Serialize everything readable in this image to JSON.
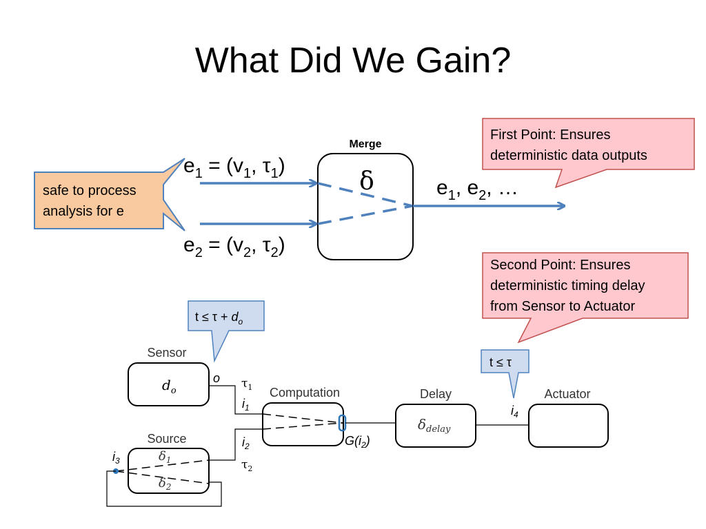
{
  "title": "What Did We Gain?",
  "colors": {
    "arrow_blue": "#4f81bd",
    "callout_pink_fill": "#ffc7ce",
    "callout_pink_border": "#c0504d",
    "callout_orange_fill": "#f9caa0",
    "callout_blue_fill": "#cfdcf0",
    "port_blue": "#2e75b6"
  },
  "merge_section": {
    "merge_label": "Merge",
    "delta_symbol": "δ",
    "e1_label": {
      "base": "e",
      "sub1": "1",
      "mid": " = (v",
      "sub2": "1",
      "mid2": ", τ",
      "sub3": "1",
      "end": ")"
    },
    "e2_label": {
      "base": "e",
      "sub1": "2",
      "mid": " = (v",
      "sub2": "2",
      "mid2": ", τ",
      "sub3": "2",
      "end": ")"
    },
    "output_label": {
      "a": "e",
      "a_sub": "1",
      "sep": ", e",
      "b_sub": "2",
      "tail": ", …"
    },
    "orange_callout_line1": "safe to process",
    "orange_callout_line2": "analysis for e"
  },
  "callouts": {
    "first_point_line1": "First Point: Ensures",
    "first_point_line2": "deterministic data outputs",
    "second_point_line1": "Second Point: Ensures",
    "second_point_line2": "deterministic timing delay",
    "second_point_line3": "from Sensor to Actuator",
    "sensor_condition": {
      "pre": "t ≤ τ + ",
      "d": "d",
      "sub": "o"
    },
    "actuator_condition": "t ≤ τ"
  },
  "pipeline": {
    "sensor_label": "Sensor",
    "sensor_inner": {
      "d": "d",
      "sub": "o"
    },
    "sensor_port": "o",
    "source_label": "Source",
    "source_port": {
      "i": "i",
      "sub": "3"
    },
    "source_delta1": {
      "d": "δ",
      "sub": "1"
    },
    "source_delta2": {
      "d": "δ",
      "sub": "2"
    },
    "computation_label": "Computation",
    "tau1": {
      "t": "τ",
      "sub": "1"
    },
    "tau2": {
      "t": "τ",
      "sub": "2"
    },
    "i1": {
      "i": "i",
      "sub": "1"
    },
    "i2": {
      "i": "i",
      "sub": "2"
    },
    "g_label": {
      "pre": "G(",
      "i": "i",
      "sub": "2",
      "post": ")"
    },
    "delay_label": "Delay",
    "delay_inner": {
      "d": "δ",
      "sub": "delay"
    },
    "actuator_label": "Actuator",
    "i4": {
      "i": "i",
      "sub": "4"
    }
  }
}
